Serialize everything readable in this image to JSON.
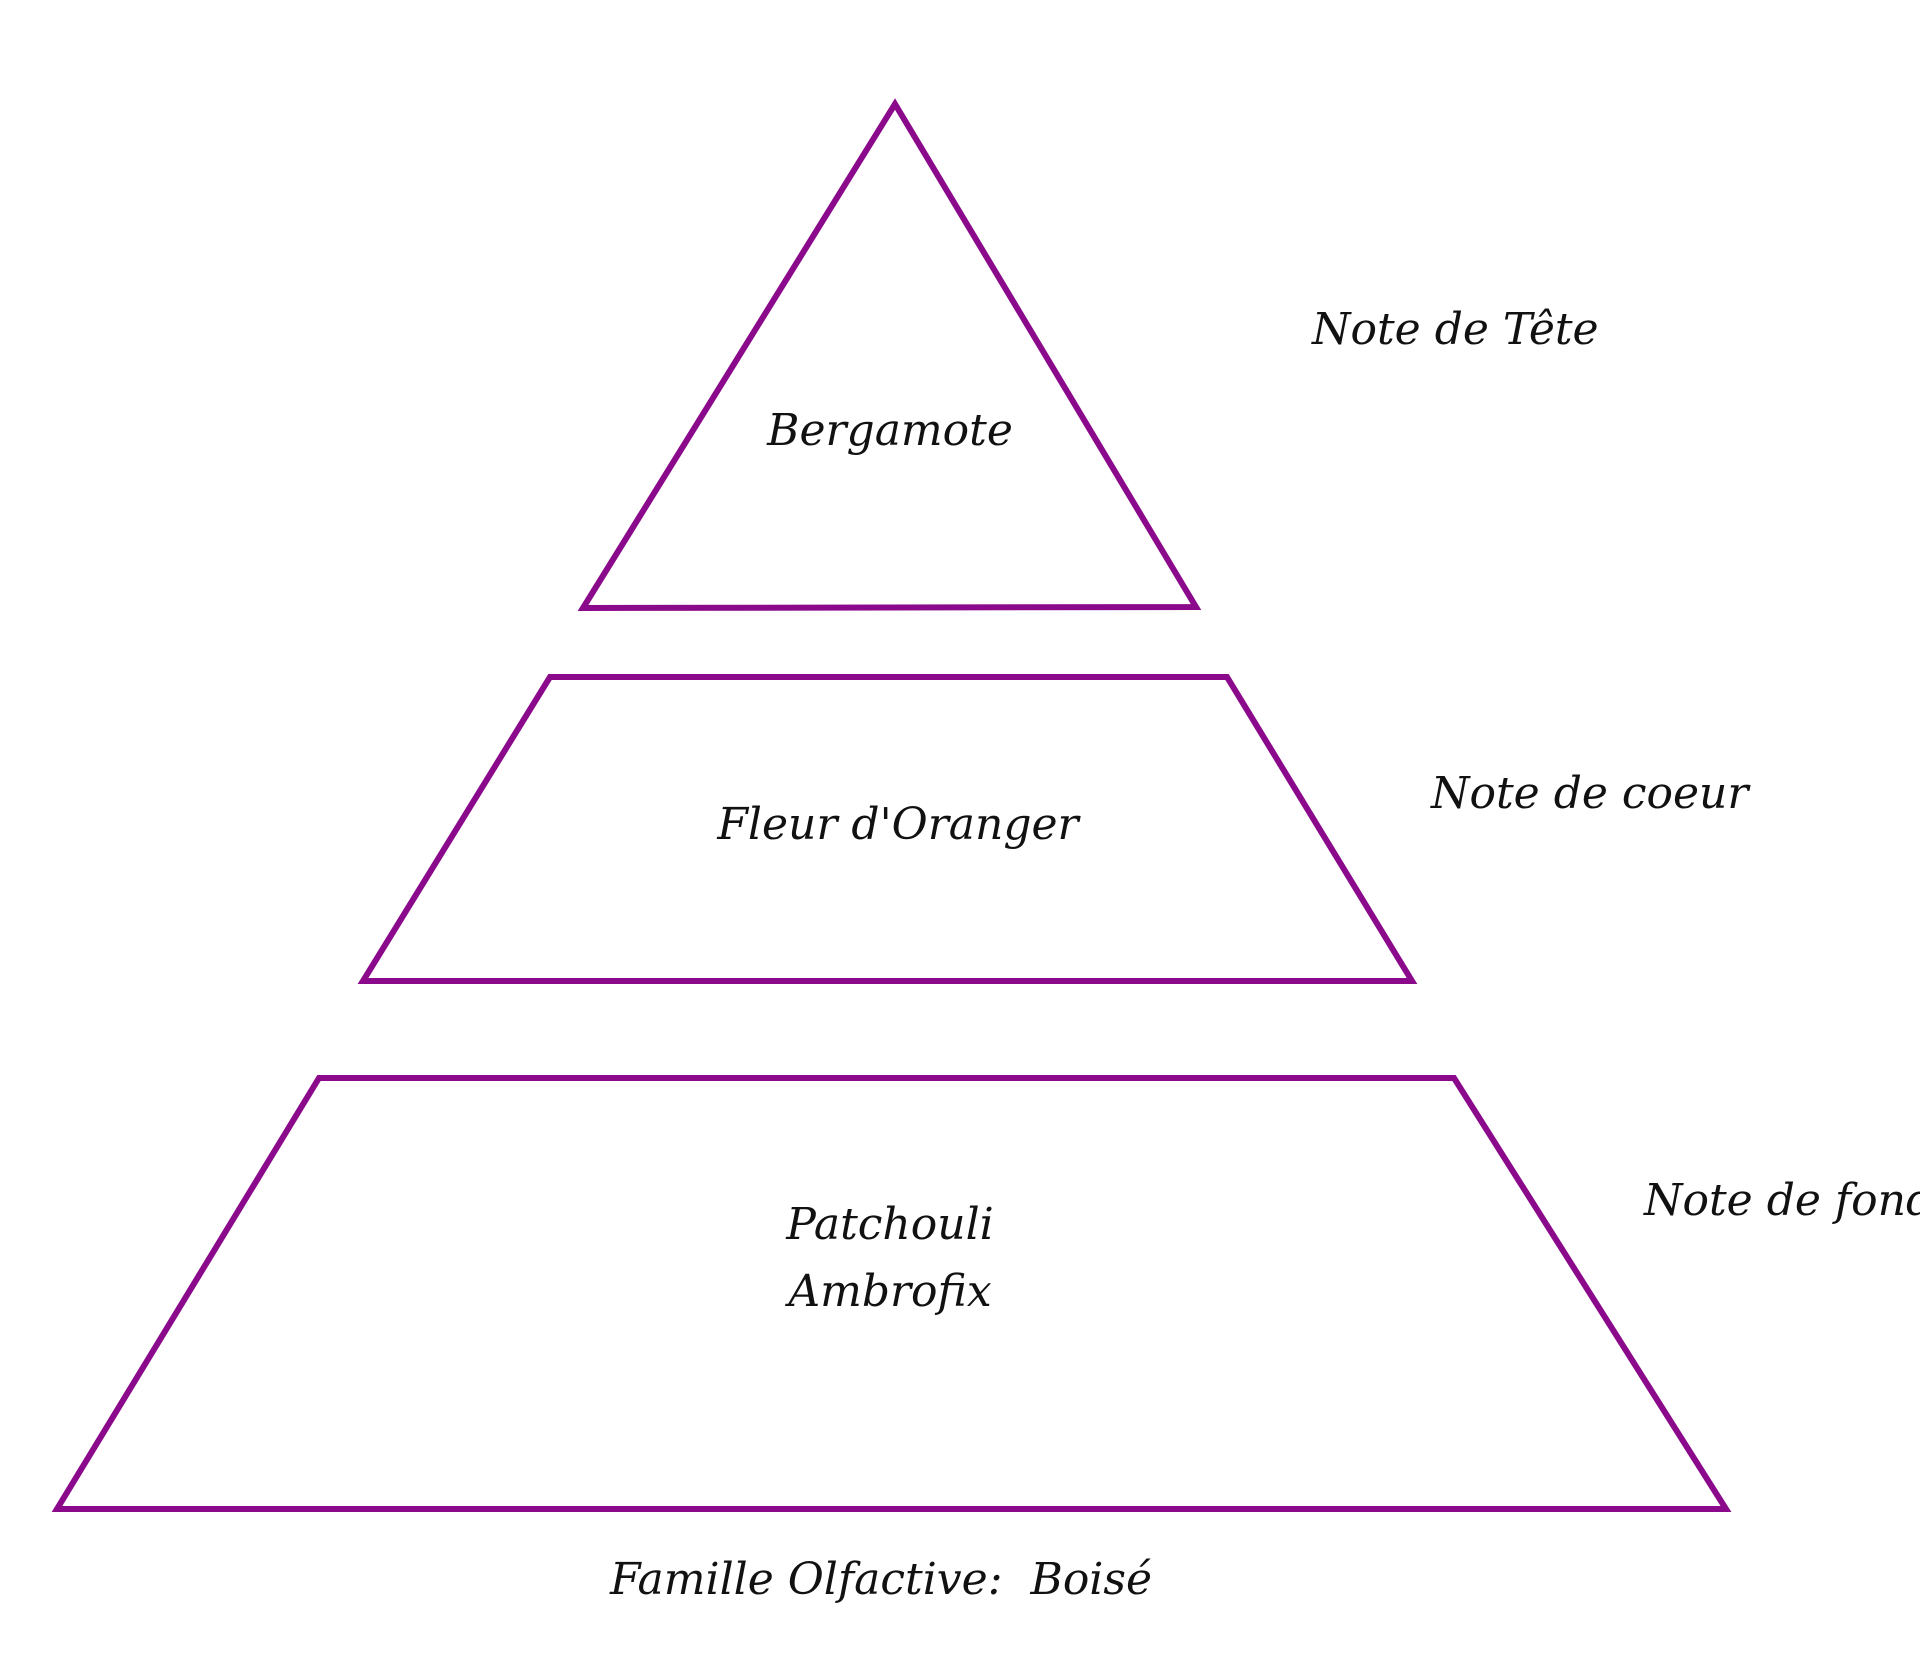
{
  "colors": {
    "stroke": "#8b0a8b",
    "text": "#111111"
  },
  "tiers": [
    {
      "level": "Note de Tête",
      "notes": [
        "Bergamote"
      ]
    },
    {
      "level": "Note de coeur",
      "notes": [
        "Fleur d'Oranger"
      ]
    },
    {
      "level": "Note de fond",
      "notes": [
        "Patchouli",
        "Ambrofix"
      ]
    }
  ],
  "footer": "Famille Olfactive:  Boisé"
}
